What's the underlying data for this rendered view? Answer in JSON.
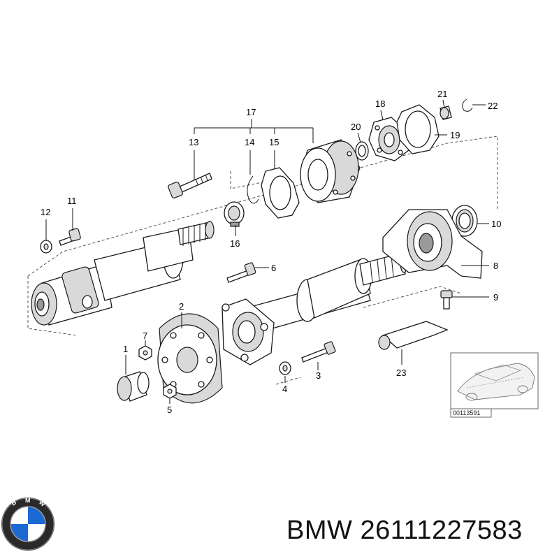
{
  "callouts": {
    "p1": "1",
    "p2": "2",
    "p3": "3",
    "p4": "4",
    "p5": "5",
    "p6": "6",
    "p7": "7",
    "p8": "8",
    "p9": "9",
    "p10": "10",
    "p11": "11",
    "p12": "12",
    "p13": "13",
    "p14": "14",
    "p15": "15",
    "p16": "16",
    "p17": "17",
    "p18": "18",
    "p19": "19",
    "p20": "20",
    "p21": "21",
    "p22": "22",
    "p23": "23"
  },
  "inset": {
    "ref_code": "00113591"
  },
  "footer": {
    "brand": "BMW",
    "part_number": "26111227583"
  },
  "logo": {
    "letters": "BMW",
    "colors": {
      "blue": "#1c69d4",
      "ring": "#1a1a1a"
    }
  }
}
